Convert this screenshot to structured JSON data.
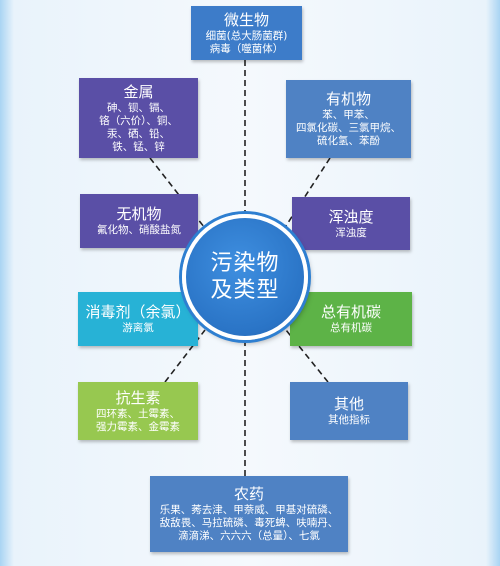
{
  "colors": {
    "blue": "#3d7cc9",
    "purple": "#5a4fa6",
    "green": "#5db347",
    "cyan": "#27b2d6",
    "lightgreen": "#97c850",
    "steel": "#4f82c4",
    "center": "#2a74c6"
  },
  "center": {
    "line1": "污染物",
    "line2": "及类型"
  },
  "nodes": {
    "microbe": {
      "title": "微生物",
      "lines": [
        "细菌(总大肠菌群)",
        "病毒（噬菌体）"
      ]
    },
    "metal": {
      "title": "金属",
      "lines": [
        "砷、钡、镉、",
        "铬（六价）、铜、",
        "汞、硒、铅、",
        "铁、锰、锌"
      ]
    },
    "organic": {
      "title": "有机物",
      "lines": [
        "苯、甲苯、",
        "四氯化碳、三氯甲烷、",
        "硫化氢、苯酚"
      ]
    },
    "inorganic": {
      "title": "无机物",
      "lines": [
        "氟化物、硝酸盐氮"
      ]
    },
    "turbidity": {
      "title": "浑浊度",
      "lines": [
        "浑浊度"
      ]
    },
    "disinfectant": {
      "title": "消毒剂（余氯）",
      "lines": [
        "游离氯"
      ]
    },
    "toc": {
      "title": "总有机碳",
      "lines": [
        "总有机碳"
      ]
    },
    "antibiotic": {
      "title": "抗生素",
      "lines": [
        "四环素、土霉素、",
        "强力霉素、金霉素"
      ]
    },
    "other": {
      "title": "其他",
      "lines": [
        "其他指标"
      ]
    },
    "pesticide": {
      "title": "农药",
      "lines": [
        "乐果、莠去津、甲萘威、甲基对硫磷、",
        "敌敌畏、马拉硫磷、毒死蜱、呋喃丹、",
        "滴滴涕、六六六（总量）、七氯"
      ]
    }
  }
}
